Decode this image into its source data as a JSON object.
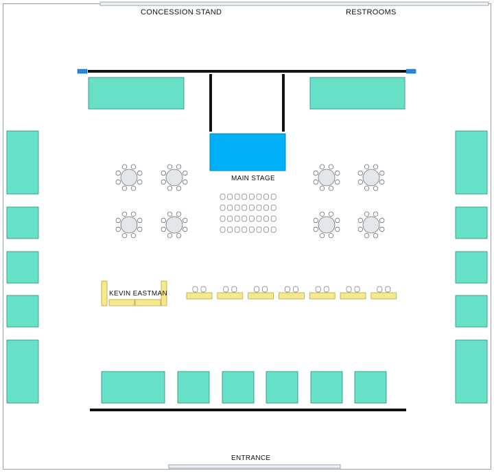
{
  "labels": {
    "concession": "CONCESSION STAND",
    "restrooms": "RESTROOMS",
    "main_stage": "MAIN STAGE",
    "booth": "KEVIN EASTMAN",
    "entrance": "ENTRANCE"
  },
  "colors": {
    "booth_fill": "#66e0c6",
    "booth_stroke": "#2a8c78",
    "stage_fill": "#00b0f6",
    "table_fill": "#f6e98d",
    "table_stroke": "#b8a640",
    "round_table_fill": "#e3e6ea",
    "wall": "#111111",
    "door": "#b5bcc6"
  }
}
